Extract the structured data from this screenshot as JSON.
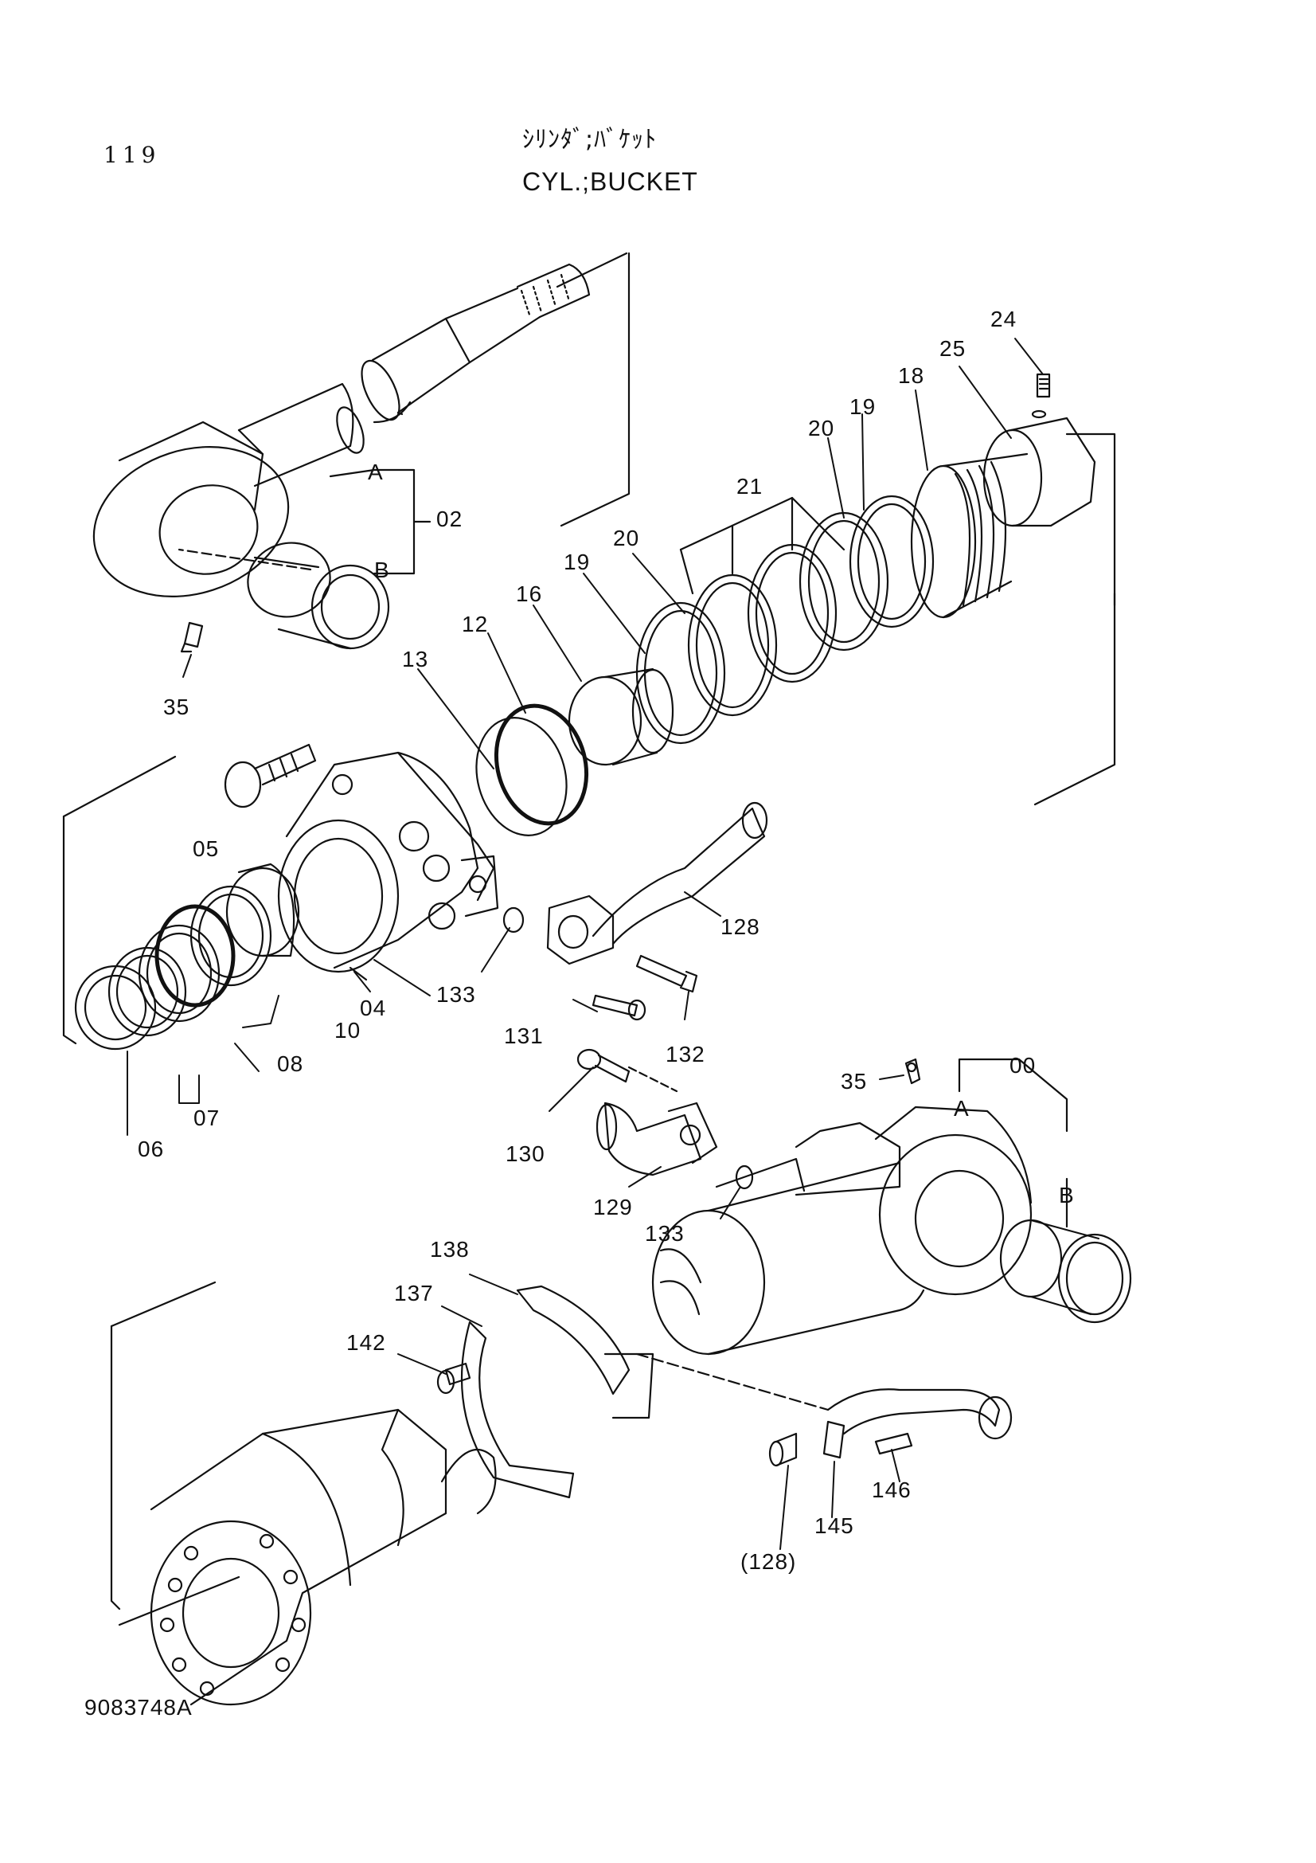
{
  "header": {
    "page_number": "119",
    "title_jp": "ｼﾘﾝﾀﾞ;ﾊﾞｹｯﾄ",
    "title_en": "CYL.;BUCKET"
  },
  "footer": {
    "drawing_number": "9083748A"
  },
  "callouts": {
    "c24": "24",
    "c25": "25",
    "c18": "18",
    "c19a": "19",
    "c20a": "20",
    "c21": "21",
    "c20b": "20",
    "c19b": "19",
    "c16": "16",
    "c12": "12",
    "c13": "13",
    "c02": "02",
    "c02a": "A",
    "c02b": "B",
    "c35a": "35",
    "c05": "05",
    "c04": "04",
    "c10": "10",
    "c08": "08",
    "c07": "07",
    "c06": "06",
    "c128": "128",
    "c133a": "133",
    "c131": "131",
    "c132": "132",
    "c130": "130",
    "c129": "129",
    "c133b": "133",
    "c35b": "35",
    "c00": "00",
    "c00a": "A",
    "c00b": "B",
    "c138": "138",
    "c137": "137",
    "c142": "142",
    "c146": "146",
    "c145": "145",
    "c128p": "(128)"
  }
}
